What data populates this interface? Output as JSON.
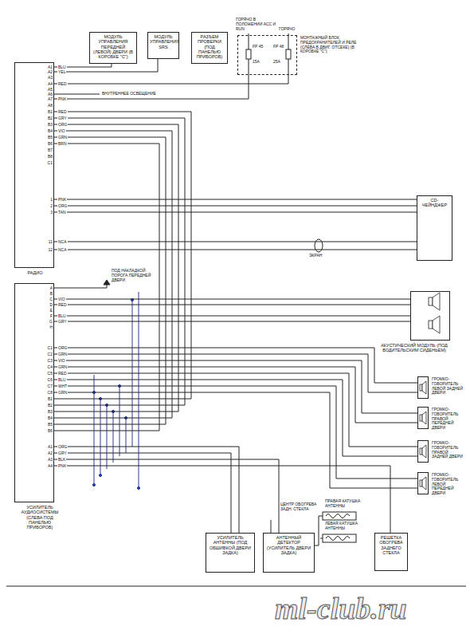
{
  "diagram": {
    "nodes": [
      {
        "text": [
          "РАДИО"
        ]
      },
      {
        "text": [
          "МОДУЛЬ УПРАВЛЕНИЯ ПЕРЕДНЕЙ (ЛЕВОЙ) ДВЕРИ (В КОРОБКЕ \"С\")"
        ]
      },
      {
        "text": [
          "МОДУЛЬ УПРАВЛЕНИЯ SRS"
        ]
      },
      {
        "text": [
          "РАЗЪЕМ ПРОВЕРКИ (ПОД ПАНЕЛЬЮ ПРИБОРОВ)"
        ]
      },
      {
        "text": [
          "МОНТАЖНЫЙ БЛОК ПРЕДОХРАНИТЕЛЕЙ И РЕЛЕ (СЛЕВА В ДВИГ. ОТСЕКЕ) (В КОРОБКЕ \"С\")"
        ]
      },
      {
        "text": [
          "CD-ЧЕЙНДЖЕР"
        ]
      },
      {
        "text": [
          "УСИЛИТЕЛЬ АУДИОСИСТЕМЫ (СЛЕВА ПОД ПАНЕЛЬЮ ПРИБОРОВ)"
        ]
      },
      {
        "text": [
          "АКУСТИЧЕСКИЙ МОДУЛЬ (ПОД ВОДИТЕЛЬСКИМ СИДЕНЬЕМ)"
        ]
      },
      {
        "text": [
          "ГРОМКО-ГОВОРИТЕЛЬ ЛЕВОЙ ЗАДНЕЙ ДВЕРИ"
        ]
      },
      {
        "text": [
          "ГРОМКО-ГОВОРИТЕЛЬ ПРАВОЙ ПЕРЕДНЕЙ ДВЕРИ"
        ]
      },
      {
        "text": [
          "ГРОМКО-ГОВОРИТЕЛЬ ПРАВОЙ ЗАДНЕЙ ДВЕРИ"
        ]
      },
      {
        "text": [
          "ГРОМКО-ГОВОРИТЕЛЬ ЛЕВОЙ ПЕРЕДНЕЙ ДВЕРИ"
        ]
      },
      {
        "text": [
          "УСИЛИТЕЛЬ АНТЕННЫ (ПОД ОБШИВКОЙ ДВЕРИ ЗАДКА)"
        ]
      },
      {
        "text": [
          "АНТЕННЫЙ ДЕТЕКТОР (УСИЛИТЕЛЬ ДВЕРИ ЗАДКА)"
        ]
      },
      {
        "text": [
          "РЕШЕТКА ОБОГРЕВА ЗАДНЕГО СТЕКЛА"
        ]
      }
    ],
    "edges": [
      {
        "from": 0,
        "to": 1,
        "arrow": "none",
        "label": "BLU"
      },
      {
        "from": 0,
        "to": 2,
        "arrow": "none",
        "label": "YEL"
      },
      {
        "from": 0,
        "to": 4,
        "arrow": "none",
        "label": "RED"
      },
      {
        "from": 0,
        "to": 4,
        "arrow": "none",
        "label": "PNK"
      },
      {
        "from": 0,
        "to": 5,
        "arrow": "none",
        "label": "PNK"
      },
      {
        "from": 0,
        "to": 5,
        "arrow": "none",
        "label": "ORG"
      },
      {
        "from": 0,
        "to": 5,
        "arrow": "none",
        "label": "TAN"
      },
      {
        "from": 0,
        "to": 5,
        "arrow": "none",
        "label": "NCA"
      },
      {
        "from": 0,
        "to": 5,
        "arrow": "none",
        "label": "NCA"
      },
      {
        "from": 0,
        "to": 6,
        "arrow": "none",
        "label": "RED"
      },
      {
        "from": 0,
        "to": 6,
        "arrow": "none",
        "label": "GRY"
      },
      {
        "from": 0,
        "to": 6,
        "arrow": "none",
        "label": "ORG"
      },
      {
        "from": 0,
        "to": 6,
        "arrow": "none",
        "label": "VIO"
      },
      {
        "from": 0,
        "to": 6,
        "arrow": "none",
        "label": "GRN"
      },
      {
        "from": 0,
        "to": 6,
        "arrow": "none",
        "label": "BRN"
      },
      {
        "from": 6,
        "to": 7,
        "arrow": "none",
        "label": "VIO"
      },
      {
        "from": 6,
        "to": 7,
        "arrow": "none",
        "label": "RED"
      },
      {
        "from": 6,
        "to": 7,
        "arrow": "none",
        "label": "BLU"
      },
      {
        "from": 6,
        "to": 7,
        "arrow": "none",
        "label": "GRY"
      },
      {
        "from": 6,
        "to": 8,
        "arrow": "none",
        "label": "ORG"
      },
      {
        "from": 6,
        "to": 8,
        "arrow": "none",
        "label": "GRN"
      },
      {
        "from": 6,
        "to": 9,
        "arrow": "none",
        "label": "VIO"
      },
      {
        "from": 6,
        "to": 9,
        "arrow": "none",
        "label": "GRN"
      },
      {
        "from": 6,
        "to": 10,
        "arrow": "none",
        "label": "RED"
      },
      {
        "from": 6,
        "to": 10,
        "arrow": "none",
        "label": "BLU"
      },
      {
        "from": 6,
        "to": 11,
        "arrow": "none",
        "label": "WHT"
      },
      {
        "from": 6,
        "to": 11,
        "arrow": "none",
        "label": "GRN"
      },
      {
        "from": 6,
        "to": 12,
        "arrow": "none",
        "label": "ORG"
      },
      {
        "from": 6,
        "to": 12,
        "arrow": "none",
        "label": "GRY"
      },
      {
        "from": 6,
        "to": 13,
        "arrow": "none",
        "label": "BLK"
      },
      {
        "from": 6,
        "to": 14,
        "arrow": "none",
        "label": "PNK"
      }
    ],
    "labels": [
      "ГОРЯЧО В ПОЛОЖЕНИИ ACC И RUN",
      "ГОРЯЧО",
      "FP 45",
      "15A",
      "FP 48",
      "25A",
      "ВНУТРЕННЕЕ ОСВЕЩЕНИЕ",
      "ПОД НАКЛАДКОЙ ПОРОГА ПЕРЕДНЕЙ ДВЕРИ",
      "ЭКРАН",
      "ЦЕНТР ОБОГРЕВА ЗАДН. СТЕКЛА",
      "ПРАВАЯ КАТУШКА АНТЕННЫ",
      "ЛЕВАЯ КАТУШКА АНТЕННЫ",
      "ml-club.ru",
      "A1",
      "A2",
      "A3",
      "A4",
      "A5",
      "A6",
      "A7",
      "A8",
      "B1",
      "B2",
      "B3",
      "B4",
      "B5",
      "B6",
      "B7",
      "B8",
      "C1",
      "1",
      "2",
      "3",
      "11",
      "12",
      "A",
      "B",
      "C",
      "D",
      "E",
      "F",
      "G",
      "H",
      "C1",
      "C2",
      "C3",
      "C4",
      "C5",
      "C6",
      "C7",
      "C8",
      "B1",
      "B2",
      "B3",
      "B4",
      "B5",
      "B6",
      "A1",
      "A2",
      "A3",
      "A4"
    ]
  }
}
